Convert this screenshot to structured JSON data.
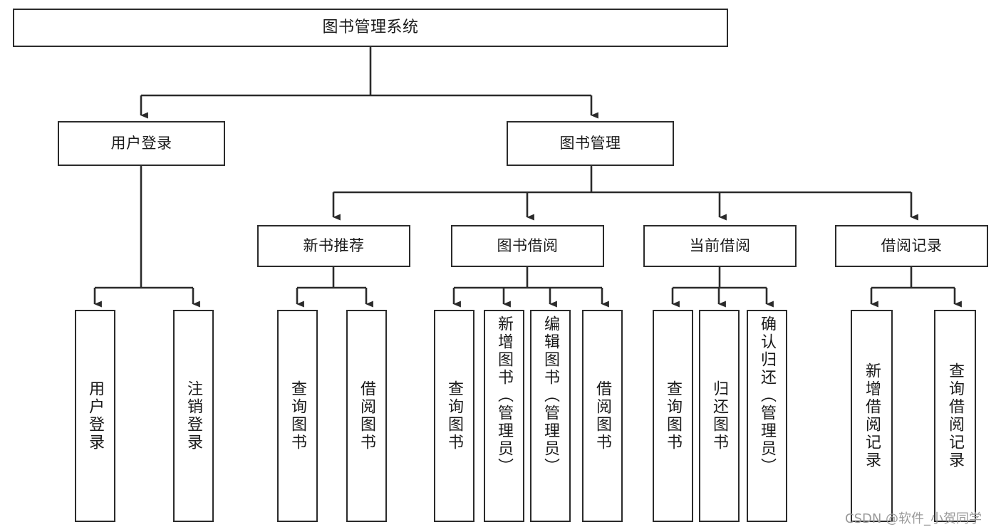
{
  "diagram": {
    "title": "图书管理系统",
    "type": "tree-hierarchy-chart",
    "watermark": "CSDN @软件_小贺同学",
    "colors": {
      "box_border": "#2b2b2b",
      "box_fill": "#ffffff",
      "connector": "#2b2b2b",
      "text": "#1a1a1a",
      "watermark": "#9a9a9a"
    }
  },
  "nodes": {
    "root": {
      "label": "图书管理系统"
    },
    "level1": [
      {
        "label": "用户登录"
      },
      {
        "label": "图书管理"
      }
    ],
    "level2": [
      {
        "label": "新书推荐"
      },
      {
        "label": "图书借阅"
      },
      {
        "label": "当前借阅"
      },
      {
        "label": "借阅记录"
      }
    ],
    "leaves": {
      "user_login": [
        {
          "label": "用户登录"
        },
        {
          "label": "注销登录"
        }
      ],
      "new_book_recommend": [
        {
          "label": "查询图书"
        },
        {
          "label": "借阅图书"
        }
      ],
      "book_borrow": [
        {
          "label": "查询图书"
        },
        {
          "label": "新增图书（管理员）"
        },
        {
          "label": "编辑图书（管理员）"
        },
        {
          "label": "借阅图书"
        }
      ],
      "current_borrow": [
        {
          "label": "查询图书"
        },
        {
          "label": "归还图书"
        },
        {
          "label": "确认归还（管理员）"
        }
      ],
      "borrow_record": [
        {
          "label": "新增借阅记录"
        },
        {
          "label": "查询借阅记录"
        }
      ]
    }
  }
}
